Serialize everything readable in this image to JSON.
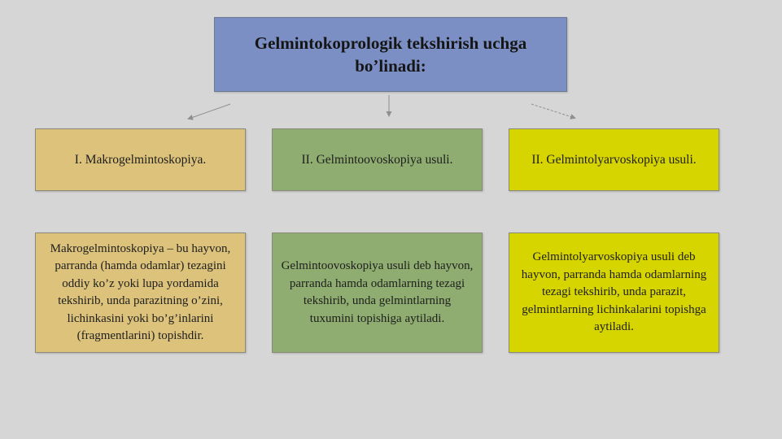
{
  "colors": {
    "background": "#d6d6d6",
    "title_fill": "#7b8fc4",
    "tan_fill": "#dcc27a",
    "green_fill": "#8fad70",
    "yellow_fill": "#d7d500",
    "arrow": "#8f8f8f"
  },
  "title": "Gelmintokoprologik tekshirish uchga bo’linadi:",
  "columns": [
    {
      "heading": "I. Makrogelmintoskopiya.",
      "description": "Makrogelmintoskopiya – bu hayvon, parranda (hamda odamlar) tezagini oddiy ko’z yoki lupa yordamida tekshirib, unda parazitning o’zini, lichinkasini yoki bo’g’inlarini (fragmentlarini) topishdir.",
      "fill": "tan_fill"
    },
    {
      "heading": "II. Gelmintoovoskopiya usuli.",
      "description": "Gelmintoovoskopiya usuli deb hayvon, parranda hamda odamlarning tezagi tekshirib, unda gelmintlarning tuxumini topishiga aytiladi.",
      "fill": "green_fill"
    },
    {
      "heading": "II. Gelmintolyarvoskopiya usuli.",
      "description": "Gelmintolyarvoskopiya usuli deb hayvon, parranda hamda odamlarning tezagi tekshirib, unda parazit, gelmintlarning lichinkalarini topishga aytiladi.",
      "fill": "yellow_fill"
    }
  ]
}
